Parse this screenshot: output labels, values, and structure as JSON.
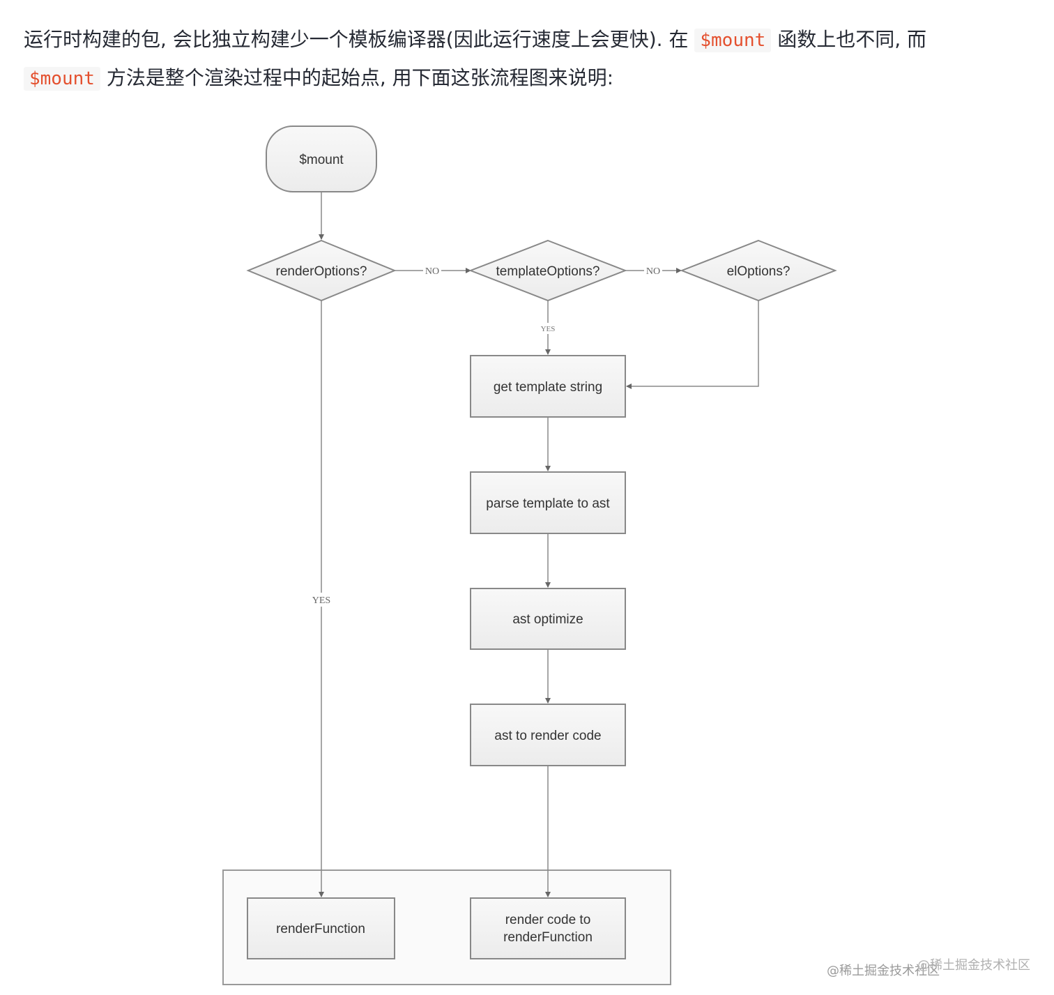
{
  "intro": {
    "part1": "运行时构建的包, 会比独立构建少一个模板编译器(因此运行速度上会更快). 在",
    "code1": "$mount",
    "part2": "函数上也不同, 而",
    "code2": "$mount",
    "part3": "方法是整个渲染过程中的起始点, 用下面这张流程图来说明:"
  },
  "flowchart": {
    "start": "$mount",
    "render_options": "renderOptions?",
    "template_options": "templateOptions?",
    "el_options": "elOptions?",
    "get_template": "get template string",
    "parse_template": "parse template to ast",
    "ast_optimize": "ast optimize",
    "ast_to_render": "ast to render code",
    "render_function": "renderFunction",
    "render_code_line1": "render code to",
    "render_code_line2": "renderFunction",
    "edge_no_1": "NO",
    "edge_no_2": "NO",
    "edge_yes_template": "YES",
    "edge_yes_render": "YES"
  },
  "watermarks": {
    "primary": "@稀土掘金技术社区",
    "secondary": "@稀土掘金技术社区"
  }
}
